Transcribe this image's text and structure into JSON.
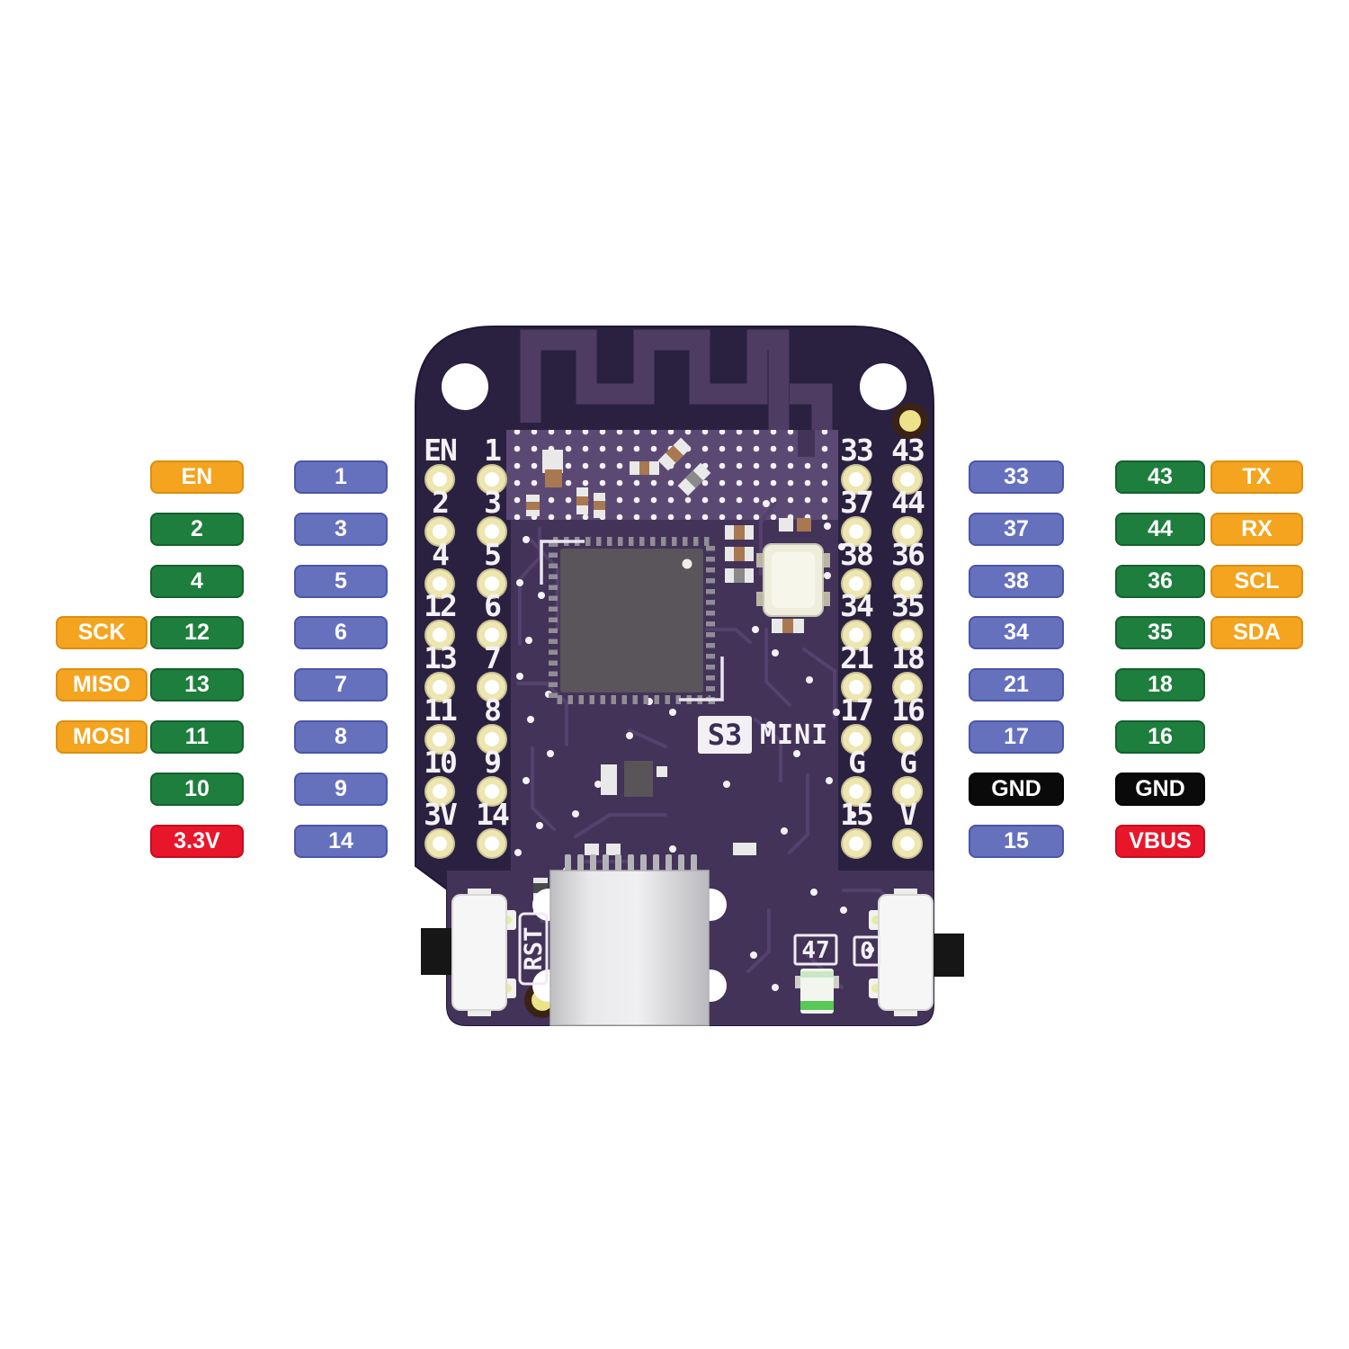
{
  "legend": {
    "left_aux": [
      "SCK",
      "MISO",
      "MOSI"
    ],
    "left_outer": [
      "EN",
      "2",
      "4",
      "12",
      "13",
      "11",
      "10",
      "3.3V"
    ],
    "left_inner": [
      "1",
      "3",
      "5",
      "6",
      "7",
      "8",
      "9",
      "14"
    ],
    "right_inner": [
      "33",
      "37",
      "38",
      "34",
      "21",
      "17",
      "GND",
      "15"
    ],
    "right_outer": [
      "43",
      "44",
      "36",
      "35",
      "18",
      "16",
      "GND",
      "VBUS"
    ],
    "right_aux": [
      "TX",
      "RX",
      "SCL",
      "SDA"
    ]
  },
  "board": {
    "silk_left_outer": [
      "EN",
      "2",
      "4",
      "12",
      "13",
      "11",
      "10",
      "3V"
    ],
    "silk_left_inner": [
      "1",
      "3",
      "5",
      "6",
      "7",
      "8",
      "9",
      "14"
    ],
    "silk_right_inner": [
      "33",
      "37",
      "38",
      "34",
      "21",
      "17",
      "G",
      "15"
    ],
    "silk_right_outer": [
      "43",
      "44",
      "36",
      "35",
      "18",
      "16",
      "G",
      "V"
    ],
    "badge": "S3",
    "model": "MINI",
    "reset_label": "RST",
    "led_label": "47",
    "boot_label": "0"
  },
  "colors": {
    "pill_blue": "#6671BE",
    "pill_green": "#1E7E3E",
    "pill_orange": "#F4A41E",
    "pill_red": "#E8162B",
    "pill_black": "#0A0A0A",
    "board_dark": "#2A2140",
    "board_mid": "#433359",
    "board_plane": "#5C4973",
    "antenna": "#4E3C63",
    "pad": "#EDE6B0",
    "chip": "#59555A",
    "usb": "#D9D9DB"
  }
}
